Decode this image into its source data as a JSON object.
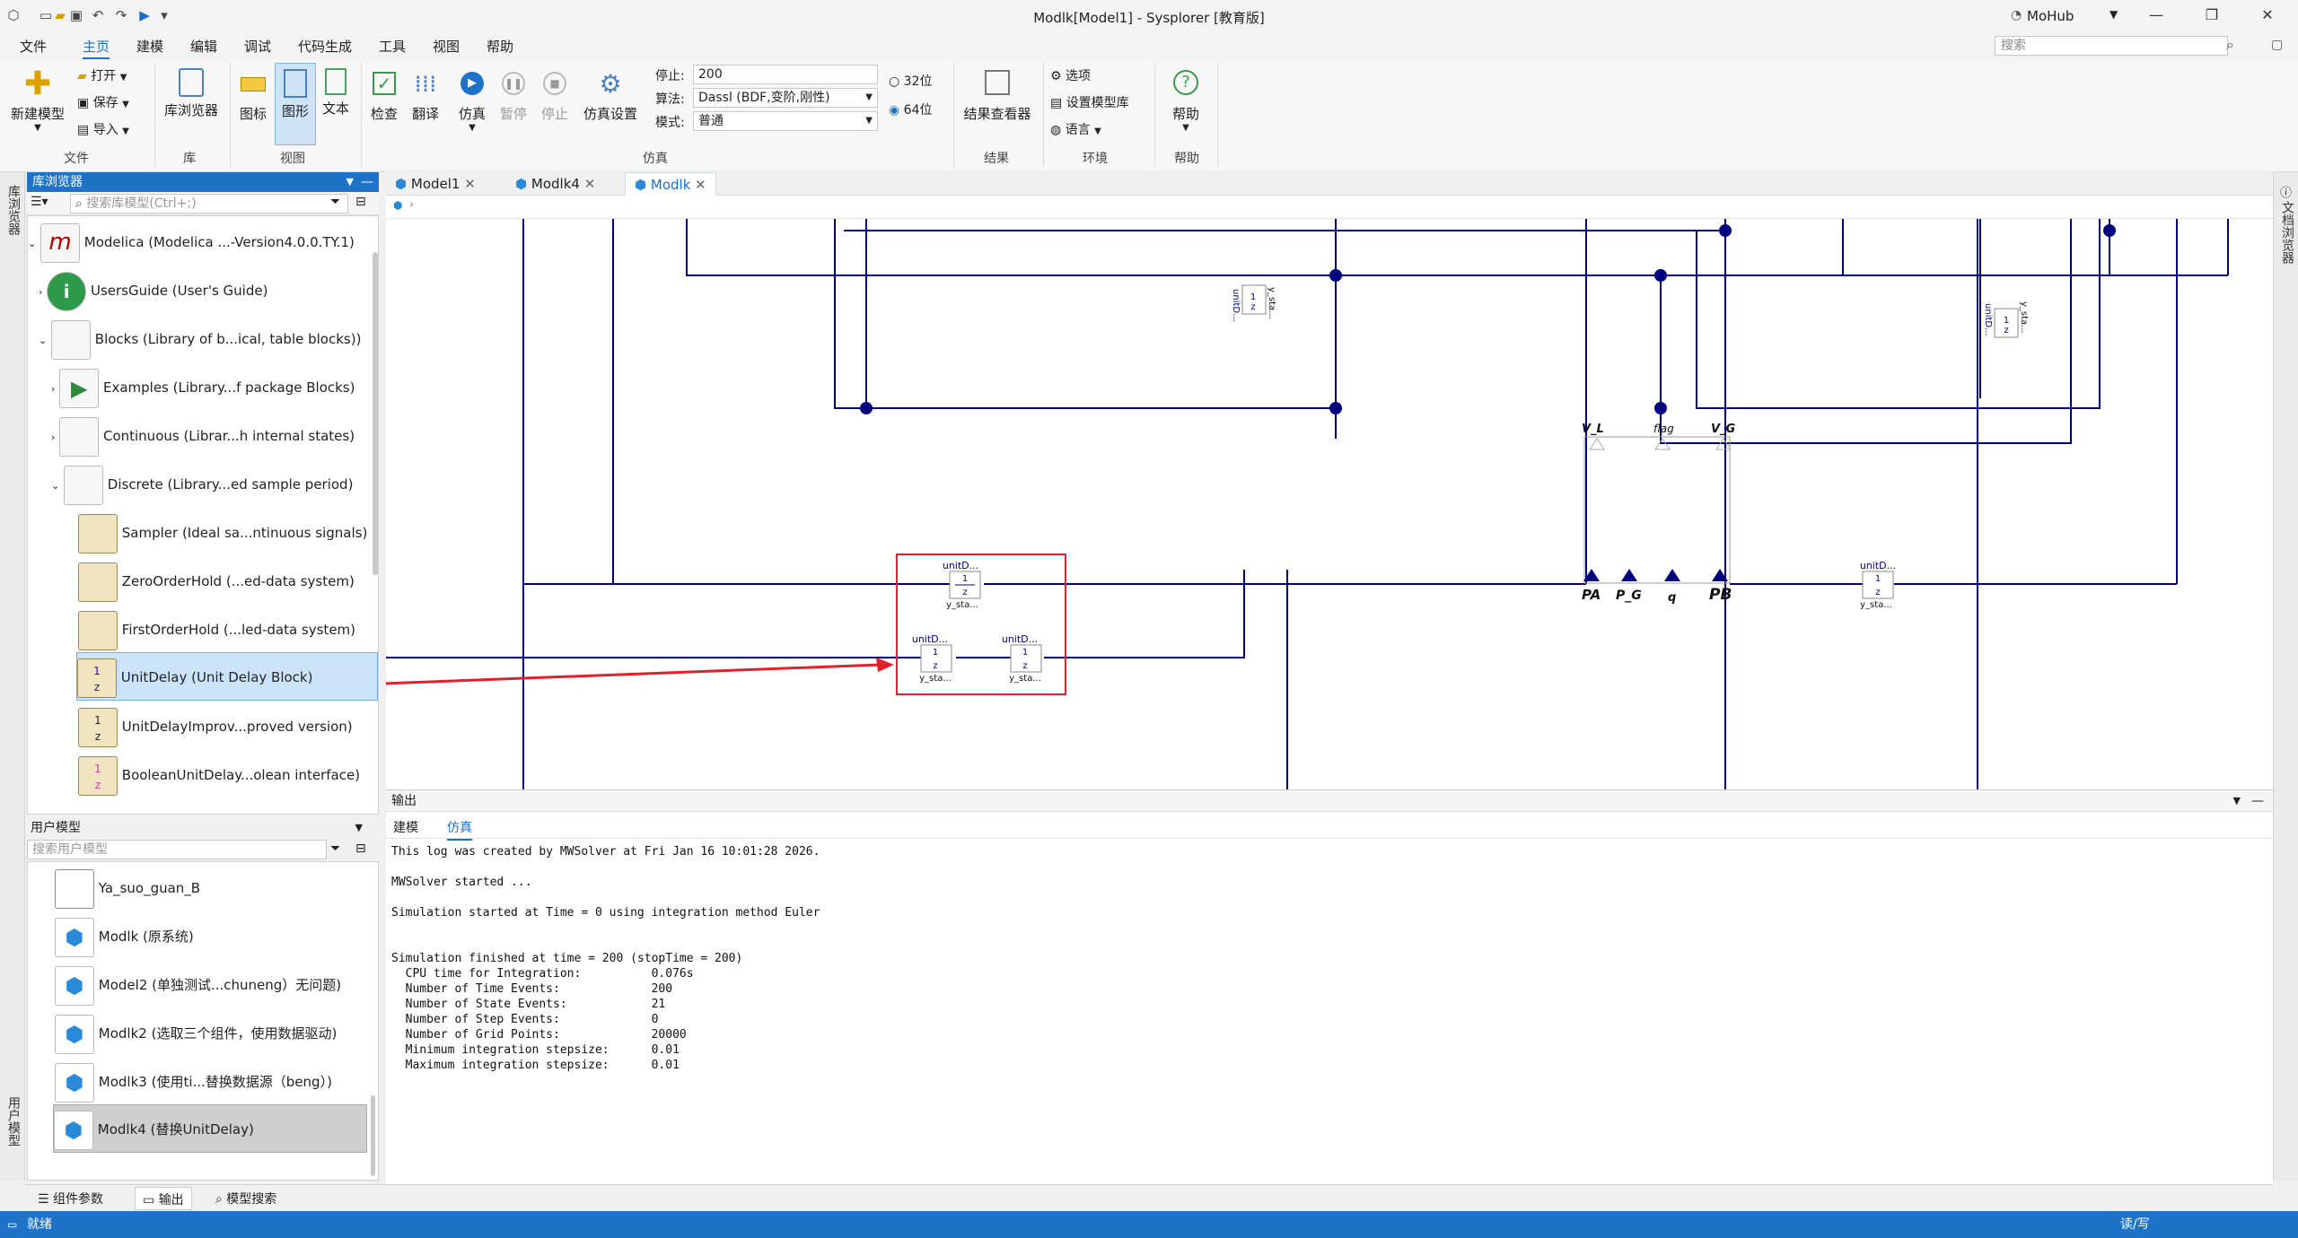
{
  "window": {
    "title": "Modlk[Model1] - Sysplorer [教育版]",
    "user": "MoHub"
  },
  "menu": [
    "文件",
    "主页",
    "建模",
    "编辑",
    "调试",
    "代码生成",
    "工具",
    "视图",
    "帮助"
  ],
  "search_top": {
    "placeholder": "搜索"
  },
  "ribbon": {
    "new_model": "新建模型",
    "open": "打开",
    "save": "保存",
    "import": "导入",
    "group_file": "文件",
    "lib_browser": "库浏览器",
    "group_lib": "库",
    "icon": "图标",
    "diagram": "图形",
    "text": "文本",
    "group_view": "视图",
    "check": "检查",
    "translate": "翻译",
    "simulate": "仿真",
    "pause": "暂停",
    "stop": "停止",
    "sim_settings": "仿真设置",
    "stop_label": "停止:",
    "stop_value": "200",
    "algo_label": "算法:",
    "algo_value": "Dassl (BDF,变阶,刚性)",
    "mode_label": "模式:",
    "mode_value": "普通",
    "bit32": "32位",
    "bit64": "64位",
    "group_sim": "仿真",
    "result_viewer": "结果查看器",
    "group_result": "结果",
    "options": "选项",
    "set_lib": "设置模型库",
    "language": "语言",
    "group_env": "环境",
    "help": "帮助",
    "group_help": "帮助"
  },
  "colors": {
    "accent": "#1e73c8",
    "wire": "#00007f",
    "highlight": "#e0202a"
  },
  "left_rail": {
    "top": "库浏览器",
    "bottom": "用户模型"
  },
  "right_rail": {
    "label": "文档浏览器"
  },
  "lib_browser": {
    "title": "库浏览器",
    "search_placeholder": "搜索库模型(Ctrl+;)",
    "items": [
      {
        "label": "Modelica (Modelica ...-Version4.0.0.TY.1)"
      },
      {
        "label": "UsersGuide (User's Guide)"
      },
      {
        "label": "Blocks (Library of b...ical, table blocks))"
      },
      {
        "label": "Examples (Library...f package Blocks)"
      },
      {
        "label": "Continuous (Librar...h internal states)"
      },
      {
        "label": "Discrete (Library...ed sample period)"
      },
      {
        "label": "Sampler (Ideal sa...ntinuous signals)"
      },
      {
        "label": "ZeroOrderHold (...ed-data system)"
      },
      {
        "label": "FirstOrderHold (...led-data system)"
      },
      {
        "label": "UnitDelay (Unit Delay Block)"
      },
      {
        "label": "UnitDelayImprov...proved version)"
      },
      {
        "label": "BooleanUnitDelay...olean interface)"
      }
    ]
  },
  "user_models": {
    "title": "用户模型",
    "search_placeholder": "搜索用户模型",
    "items": [
      {
        "label": "Ya_suo_guan_B"
      },
      {
        "label": "Modlk (原系统)"
      },
      {
        "label": "Model2 (单独测试...chuneng）无问题)"
      },
      {
        "label": "Modlk2 (选取三个组件，使用数据驱动)"
      },
      {
        "label": "Modlk3 (使用ti...替换数据源（beng）)"
      },
      {
        "label": "Modlk4 (替换UnitDelay)"
      }
    ]
  },
  "tabs": [
    {
      "label": "Model1"
    },
    {
      "label": "Modlk4"
    },
    {
      "label": "Modlk"
    }
  ],
  "diagram": {
    "labels": {
      "vl": "V_L",
      "flag": "flag",
      "vg": "V_G",
      "pa": "PA",
      "pg": "P_G",
      "q": "q",
      "pb": "PB"
    },
    "blocks": {
      "name": "unitD...",
      "num": "1",
      "den": "z",
      "out": "y_sta..."
    },
    "rotated": {
      "a": "unitD...",
      "b": "y_sta..."
    }
  },
  "output": {
    "title": "输出",
    "tab_model": "建模",
    "tab_sim": "仿真",
    "log": [
      "This log was created by MWSolver at Fri Jan 16 10:01:28 2026.",
      "",
      "MWSolver started ...",
      "",
      "Simulation started at Time = 0 using integration method Euler",
      "",
      "",
      "Simulation finished at time = 200 (stopTime = 200)",
      "  CPU time for Integration:          0.076s",
      "  Number of Time Events:             200",
      "  Number of State Events:            21",
      "  Number of Step Events:             0",
      "  Number of Grid Points:             20000",
      "  Minimum integration stepsize:      0.01",
      "  Maximum integration stepsize:      0.01"
    ]
  },
  "bottom_tabs": [
    "组件参数",
    "输出",
    "模型搜索"
  ],
  "status": {
    "left": "就绪",
    "right": "读/写"
  }
}
